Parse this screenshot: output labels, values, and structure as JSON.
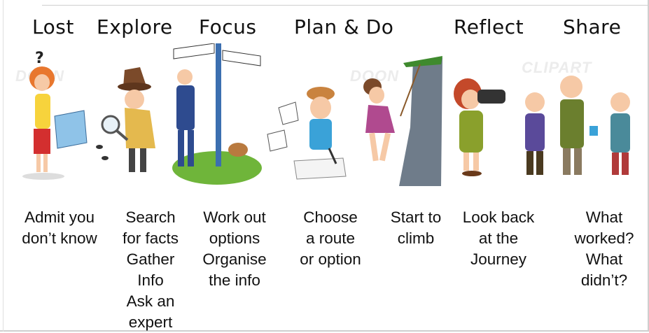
{
  "stages": [
    {
      "title": "Lost",
      "description": "Admit you\ndon’t know",
      "icon": "confused-woman-with-map-icon"
    },
    {
      "title": "Explore",
      "description": "Search\nfor facts\nGather\nInfo\nAsk an\nexpert",
      "icon": "detective-with-magnifier-icon"
    },
    {
      "title": "Focus",
      "description": "Work out\noptions\nOrganise\nthe info",
      "icon": "man-at-signpost-icon"
    },
    {
      "title": "Plan & Do",
      "description": "Choose\na route\nor option",
      "icon": "man-writing-plan-icon"
    },
    {
      "title": "",
      "description": "Start to\nclimb",
      "icon": "woman-climbing-cliff-icon"
    },
    {
      "title": "Reflect",
      "description": "Look back\nat the\nJourney",
      "icon": "woman-with-binoculars-icon"
    },
    {
      "title": "Share",
      "description": "What\nworked?\nWhat\ndidn’t?",
      "icon": "men-chatting-with-drinks-icon"
    }
  ],
  "colors": {
    "text": "#111111",
    "divider": "#cfcfcf",
    "grass": "#6fb53a",
    "rock": "#6f7c8a"
  }
}
